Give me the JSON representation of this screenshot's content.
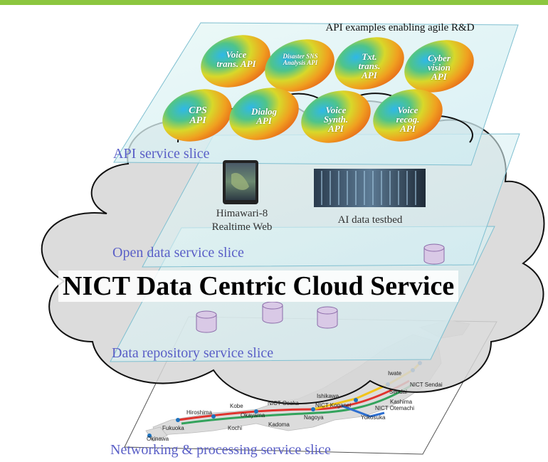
{
  "colors": {
    "top_bar": "#8cc63f",
    "slice_label": "#5a5fc7",
    "slice_fill": "#cfeff0",
    "cloud_fill": "#d9d9d9"
  },
  "header": {
    "api_examples": "API examples enabling agile R&D"
  },
  "apis": [
    {
      "label": "Voice trans. API"
    },
    {
      "label": "Disaster SNS Analysis API"
    },
    {
      "label": "Txt. trans. API"
    },
    {
      "label": "Cyber vision API"
    },
    {
      "label": "CPS API"
    },
    {
      "label": "Dialog API"
    },
    {
      "label": "Voice Synth. API"
    },
    {
      "label": "Voice recog. API"
    }
  ],
  "open_data": {
    "himawari_line1": "Himawari-8",
    "himawari_line2": "Realtime Web",
    "ai_testbed": "AI data testbed"
  },
  "slices": {
    "api": "API service slice",
    "open_data": "Open data service slice",
    "repository": "Data repository service slice",
    "networking": "Networking & processing service slice"
  },
  "title": "NICT Data Centric Cloud Service",
  "map_locations": [
    "Iwate",
    "NICT Sendai",
    "Sendai",
    "Ishikawa",
    "Kashima",
    "NICT Otemachi",
    "NICT Osaka",
    "NICT Koganei",
    "Kobe",
    "Okayama",
    "Nagoya",
    "Yokosuka",
    "Hiroshima",
    "Fukuoka",
    "Kochi",
    "Kadoma",
    "Okinawa"
  ]
}
